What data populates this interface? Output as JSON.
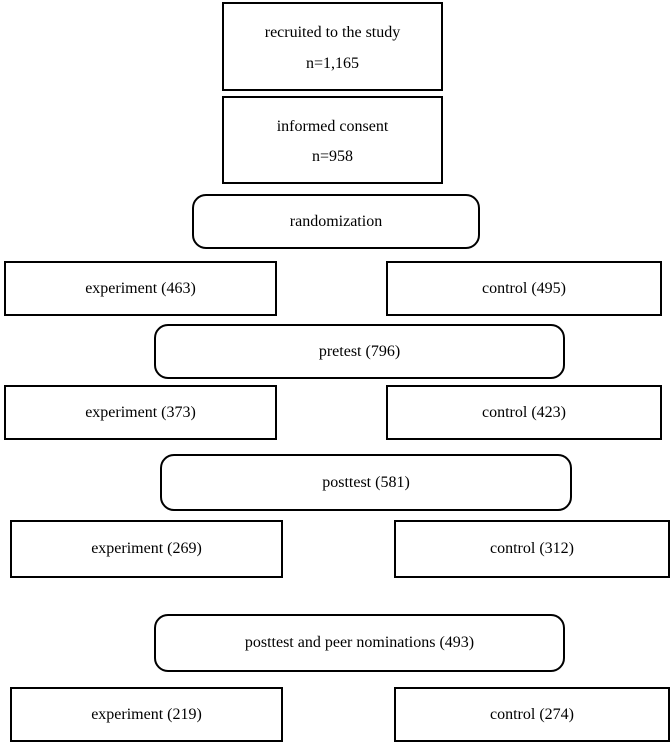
{
  "diagram": {
    "recruited": {
      "label": "recruited to the study",
      "count": "n=1,165"
    },
    "consent": {
      "label": "informed consent",
      "count": "n=958"
    },
    "randomization": "randomization",
    "stage1": {
      "experiment": "experiment (463)",
      "control": "control (495)"
    },
    "pretest": "pretest (796)",
    "stage2": {
      "experiment": "experiment (373)",
      "control": "control (423)"
    },
    "posttest": "posttest (581)",
    "stage3": {
      "experiment": "experiment (269)",
      "control": "control (312)"
    },
    "posttest_peer": "posttest and peer nominations (493)",
    "stage4": {
      "experiment": "experiment (219)",
      "control": "control (274)"
    }
  }
}
